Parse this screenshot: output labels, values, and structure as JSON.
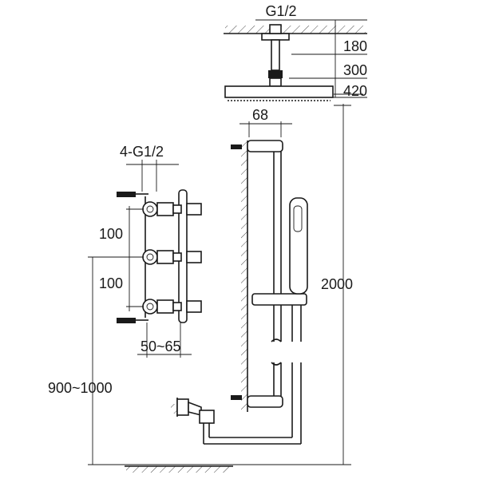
{
  "title": "",
  "dimensions": {
    "thread_top": "G1/2",
    "d180": "180",
    "d300": "300",
    "d420": "420",
    "d68": "68",
    "thread_valves": "4-G1/2",
    "spacing_1": "100",
    "spacing_2": "100",
    "depth": "50~65",
    "height_valve": "900~1000",
    "height_total": "2000"
  }
}
